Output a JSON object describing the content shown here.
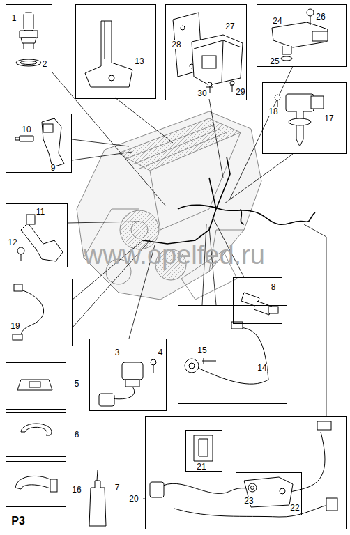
{
  "diagram": {
    "nodes": [
      {
        "text": [
          "1",
          "2"
        ]
      },
      {
        "text": [
          "13"
        ]
      },
      {
        "text": [
          "28",
          "27",
          "29",
          "30"
        ]
      },
      {
        "text": [
          "26",
          "24",
          "25"
        ]
      },
      {
        "text": [
          "10",
          "9"
        ]
      },
      {
        "text": [
          "18",
          "17"
        ]
      },
      {
        "text": [
          "11",
          "12"
        ]
      },
      {
        "text": [
          "19"
        ]
      },
      {
        "text": [
          "8"
        ]
      },
      {
        "text": [
          "15",
          "14"
        ]
      },
      {
        "text": [
          "3",
          "4"
        ]
      },
      {
        "text": [
          "5"
        ]
      },
      {
        "text": [
          "6"
        ]
      },
      {
        "text": [
          "16"
        ]
      },
      {
        "text": [
          "20"
        ]
      },
      {
        "text": [
          "21"
        ],
        "in": 14
      },
      {
        "text": [
          "23",
          "22"
        ],
        "in": 14
      }
    ],
    "labels": [
      "7",
      "P3",
      "www.opelfed.ru"
    ]
  }
}
